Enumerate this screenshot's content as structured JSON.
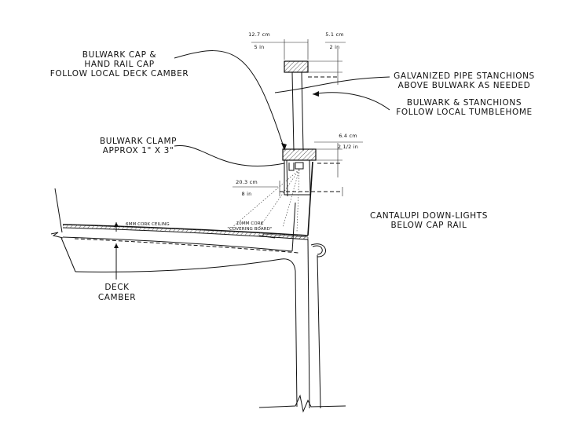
{
  "labels": {
    "bulwark_cap": [
      "BULWARK CAP &",
      "HAND RAIL CAP",
      "FOLLOW LOCAL DECK CAMBER"
    ],
    "stanchions": [
      "GALVANIZED PIPE STANCHIONS",
      "ABOVE BULWARK AS NEEDED"
    ],
    "tumblehome": [
      "BULWARK & STANCHIONS",
      "FOLLOW LOCAL TUMBLEHOME"
    ],
    "clamp": [
      "BULWARK CLAMP",
      "APPROX 1\" X 3\""
    ],
    "downlights": [
      "CANTALUPI DOWN-LIGHTS",
      "BELOW CAP RAIL"
    ],
    "deck_camber": [
      "DECK",
      "CAMBER"
    ],
    "ceiling": "6MM CORK CEILING",
    "cork": [
      "10MM CORK",
      "\"COVERING BOARD\""
    ]
  },
  "dimensions": {
    "cap_width": {
      "metric": "12.7 cm",
      "imperial": "5 in"
    },
    "cap_height": {
      "metric": "5.1 cm",
      "imperial": "2 in"
    },
    "clamp_height": {
      "metric": "6.4 cm",
      "imperial": "2 1/2 in"
    },
    "clamp_width": {
      "metric": "20.3 cm",
      "imperial": "8 in"
    }
  },
  "colors": {
    "line": "#111111",
    "hatch": "#555555",
    "background": "#ffffff"
  }
}
